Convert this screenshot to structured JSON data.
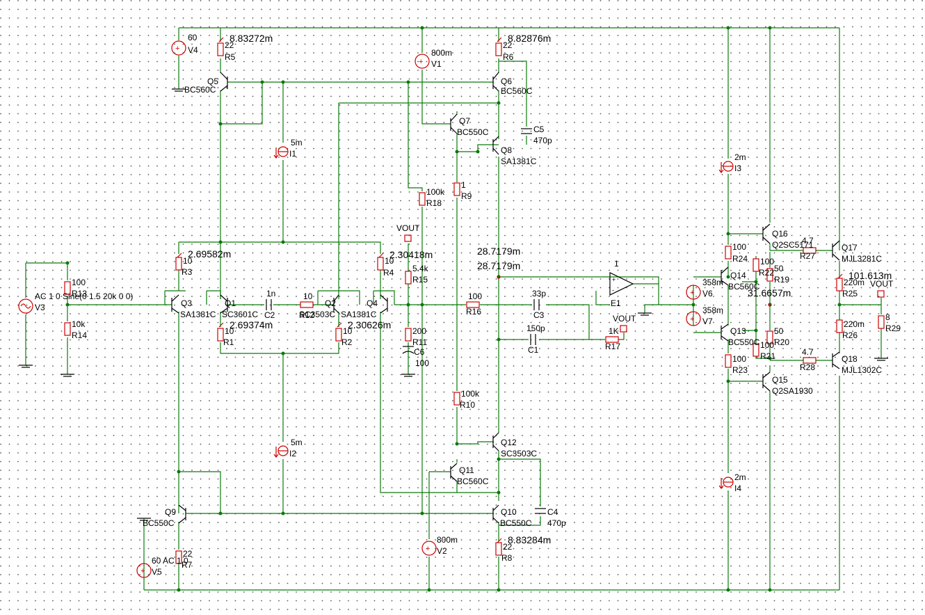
{
  "labels": [
    {
      "id": "v4-val",
      "text": "60"
    },
    {
      "id": "v4-name",
      "text": "V4"
    },
    {
      "id": "r5-val",
      "text": "22"
    },
    {
      "id": "r5-name",
      "text": "R5"
    },
    {
      "id": "probe-q5",
      "text": "8.83272m"
    },
    {
      "id": "q5-name",
      "text": "Q5"
    },
    {
      "id": "q5-type",
      "text": "BC560C"
    },
    {
      "id": "v1-val",
      "text": "800m"
    },
    {
      "id": "v1-name",
      "text": "V1"
    },
    {
      "id": "r6-val",
      "text": "22"
    },
    {
      "id": "r6-name",
      "text": "R6"
    },
    {
      "id": "probe-q6",
      "text": "8.82876m"
    },
    {
      "id": "q6-name",
      "text": "Q6"
    },
    {
      "id": "q6-type",
      "text": "BC560C"
    },
    {
      "id": "q7-name",
      "text": "Q7"
    },
    {
      "id": "q7-type",
      "text": "BC550C"
    },
    {
      "id": "c5-name",
      "text": "C5"
    },
    {
      "id": "c5-val",
      "text": "470p"
    },
    {
      "id": "q8-name",
      "text": "Q8"
    },
    {
      "id": "q8-type",
      "text": "SA1381C"
    },
    {
      "id": "i1-val",
      "text": "5m"
    },
    {
      "id": "i1-name",
      "text": "I1"
    },
    {
      "id": "i3-val",
      "text": "2m"
    },
    {
      "id": "i3-name",
      "text": "I3"
    },
    {
      "id": "r9-val",
      "text": "1"
    },
    {
      "id": "r9-name",
      "text": "R9"
    },
    {
      "id": "r18-val",
      "text": "100k"
    },
    {
      "id": "r18-name",
      "text": "R18"
    },
    {
      "id": "vout-top",
      "text": "VOUT"
    },
    {
      "id": "probe-v1",
      "text": "28.7179m"
    },
    {
      "id": "probe-v2",
      "text": "28.7179m"
    },
    {
      "id": "e1-gain",
      "text": "1"
    },
    {
      "id": "e1-name",
      "text": "E1"
    },
    {
      "id": "probe-q3",
      "text": "2.69582m"
    },
    {
      "id": "r3-val",
      "text": "10"
    },
    {
      "id": "r3-name",
      "text": "R3"
    },
    {
      "id": "probe-q4",
      "text": "2.30418m"
    },
    {
      "id": "r4-val",
      "text": "10"
    },
    {
      "id": "r4-name",
      "text": "R4"
    },
    {
      "id": "r15-val",
      "text": "5.4k"
    },
    {
      "id": "r15-name",
      "text": "R15"
    },
    {
      "id": "r13-val",
      "text": "100"
    },
    {
      "id": "r13-name",
      "text": "R13"
    },
    {
      "id": "v3-src",
      "text": "AC 1 0 Sine(0 1.5 20k 0 0)"
    },
    {
      "id": "v3-name",
      "text": "V3"
    },
    {
      "id": "q3-name",
      "text": "Q3"
    },
    {
      "id": "q3-type",
      "text": "SA1381C"
    },
    {
      "id": "q1-name",
      "text": "Q1"
    },
    {
      "id": "q1-type",
      "text": "SC3601C"
    },
    {
      "id": "c2-val",
      "text": "1n"
    },
    {
      "id": "c2-name",
      "text": "C2"
    },
    {
      "id": "r12-val",
      "text": "10"
    },
    {
      "id": "r12-name",
      "text": "R12"
    },
    {
      "id": "q2-name",
      "text": "Q2"
    },
    {
      "id": "q2-typea",
      "text": "SC3503C"
    },
    {
      "id": "q2-typeb",
      "text": "SA1381C"
    },
    {
      "id": "q4-name",
      "text": "Q4"
    },
    {
      "id": "r16-val",
      "text": "100"
    },
    {
      "id": "r16-name",
      "text": "R16"
    },
    {
      "id": "c3-val",
      "text": "33p"
    },
    {
      "id": "c3-name",
      "text": "C3"
    },
    {
      "id": "c1-val",
      "text": "150p"
    },
    {
      "id": "c1-name",
      "text": "C1"
    },
    {
      "id": "r17-val",
      "text": "1K"
    },
    {
      "id": "r17-name",
      "text": "R17"
    },
    {
      "id": "vout-e1",
      "text": "VOUT"
    },
    {
      "id": "r14-val",
      "text": "10k"
    },
    {
      "id": "r14-name",
      "text": "R14"
    },
    {
      "id": "probe-r1",
      "text": "2.69374m"
    },
    {
      "id": "r1-val",
      "text": "10"
    },
    {
      "id": "r1-name",
      "text": "R1"
    },
    {
      "id": "probe-r2",
      "text": "2.30626m"
    },
    {
      "id": "r2-val",
      "text": "10"
    },
    {
      "id": "r2-name",
      "text": "R2"
    },
    {
      "id": "r11-val",
      "text": "200"
    },
    {
      "id": "r11-name",
      "text": "R11"
    },
    {
      "id": "c6-name",
      "text": "C6"
    },
    {
      "id": "c6-val",
      "text": "100"
    },
    {
      "id": "r10-val",
      "text": "100k"
    },
    {
      "id": "r10-name",
      "text": "R10"
    },
    {
      "id": "i2-val",
      "text": "5m"
    },
    {
      "id": "i2-name",
      "text": "I2"
    },
    {
      "id": "q12-name",
      "text": "Q12"
    },
    {
      "id": "q12-type",
      "text": "SC3503C"
    },
    {
      "id": "q11-name",
      "text": "Q11"
    },
    {
      "id": "q11-type",
      "text": "BC560C"
    },
    {
      "id": "q9-name",
      "text": "Q9"
    },
    {
      "id": "q9-type",
      "text": "BC550C"
    },
    {
      "id": "q10-name",
      "text": "Q10"
    },
    {
      "id": "q10-type",
      "text": "BC550C"
    },
    {
      "id": "c4-name",
      "text": "C4"
    },
    {
      "id": "c4-val",
      "text": "470p"
    },
    {
      "id": "v2-val",
      "text": "800m"
    },
    {
      "id": "v2-name",
      "text": "V2"
    },
    {
      "id": "probe-q10",
      "text": "8.83284m"
    },
    {
      "id": "r8-val",
      "text": "22"
    },
    {
      "id": "r8-name",
      "text": "R8"
    },
    {
      "id": "r7-val",
      "text": "22"
    },
    {
      "id": "r7-name",
      "text": "R7"
    },
    {
      "id": "v5-val",
      "text": "60 AC 1 0"
    },
    {
      "id": "v5-name",
      "text": "V5"
    },
    {
      "id": "r24-val",
      "text": "100"
    },
    {
      "id": "r24-name",
      "text": "R24"
    },
    {
      "id": "q16-name",
      "text": "Q16"
    },
    {
      "id": "q16-type",
      "text": "Q2SC5171"
    },
    {
      "id": "r27-val",
      "text": "4.7"
    },
    {
      "id": "r27-name",
      "text": "R27"
    },
    {
      "id": "q17-name",
      "text": "Q17"
    },
    {
      "id": "q17-type",
      "text": "MJL3281C"
    },
    {
      "id": "r22-val",
      "text": "100"
    },
    {
      "id": "r22-name",
      "text": "R22"
    },
    {
      "id": "r19-val",
      "text": "50"
    },
    {
      "id": "r19-name",
      "text": "R19"
    },
    {
      "id": "q14-name",
      "text": "Q14"
    },
    {
      "id": "q14-type",
      "text": "BC560C"
    },
    {
      "id": "v6-val",
      "text": "358m"
    },
    {
      "id": "v6-name",
      "text": "V6"
    },
    {
      "id": "probe-q17",
      "text": "101.613m"
    },
    {
      "id": "r25-val",
      "text": "220m"
    },
    {
      "id": "r25-name",
      "text": "R25"
    },
    {
      "id": "vout-r29",
      "text": "VOUT"
    },
    {
      "id": "probe-mid",
      "text": "31.6657m"
    },
    {
      "id": "v7-val",
      "text": "358m"
    },
    {
      "id": "v7-name",
      "text": "V7"
    },
    {
      "id": "q13-name",
      "text": "Q13"
    },
    {
      "id": "q13-type",
      "text": "BC550C"
    },
    {
      "id": "r20-val",
      "text": "50"
    },
    {
      "id": "r20-name",
      "text": "R20"
    },
    {
      "id": "r21-val",
      "text": "100"
    },
    {
      "id": "r21-name",
      "text": "R21"
    },
    {
      "id": "r26-val",
      "text": "220m"
    },
    {
      "id": "r26-name",
      "text": "R26"
    },
    {
      "id": "r29-val",
      "text": "8"
    },
    {
      "id": "r29-name",
      "text": "R29"
    },
    {
      "id": "r28-val",
      "text": "4.7"
    },
    {
      "id": "r28-name",
      "text": "R28"
    },
    {
      "id": "q18-name",
      "text": "Q18"
    },
    {
      "id": "q18-type",
      "text": "MJL1302C"
    },
    {
      "id": "r23-val",
      "text": "100"
    },
    {
      "id": "r23-name",
      "text": "R23"
    },
    {
      "id": "q15-name",
      "text": "Q15"
    },
    {
      "id": "q15-type",
      "text": "Q2SA1930"
    },
    {
      "id": "i4-val",
      "text": "2m"
    },
    {
      "id": "i4-name",
      "text": "I4"
    }
  ]
}
